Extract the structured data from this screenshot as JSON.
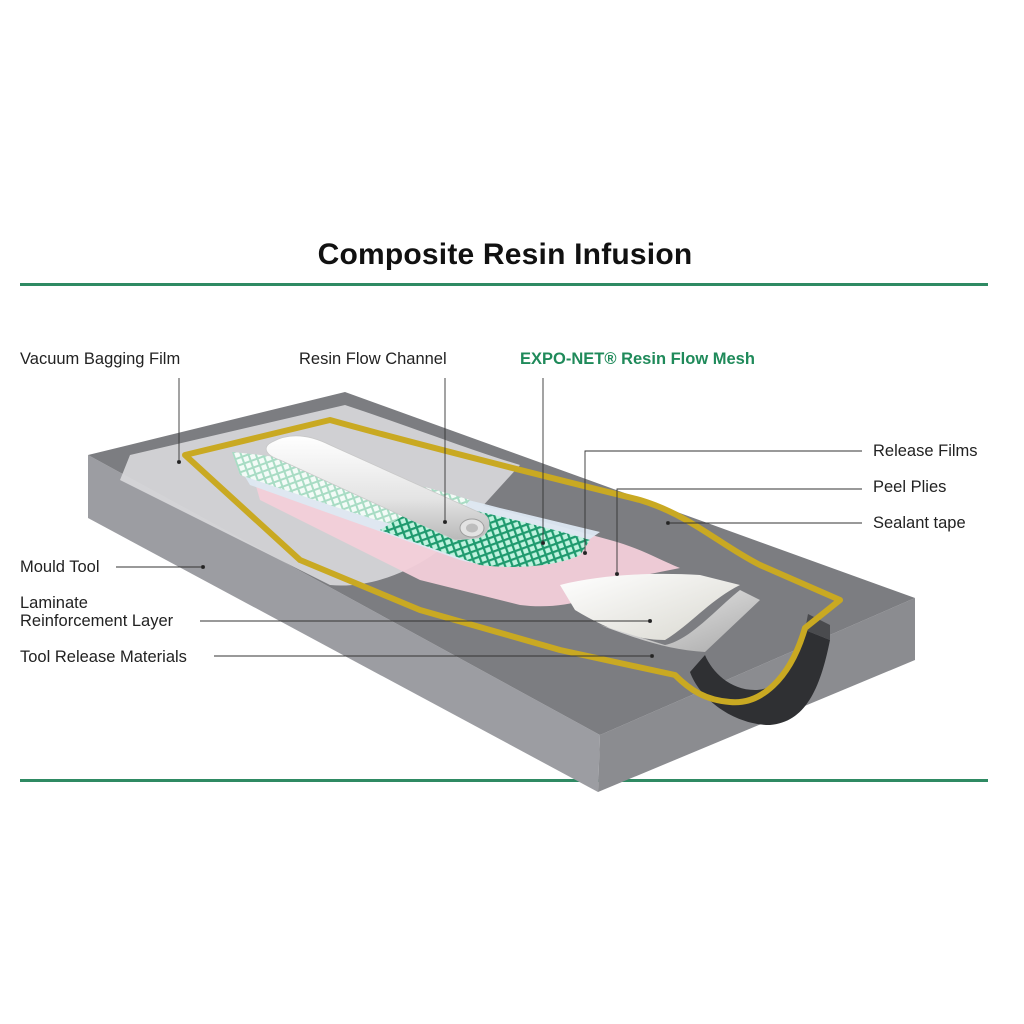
{
  "title": "Composite Resin Infusion",
  "colors": {
    "accent_rule": "#2f8a63",
    "highlight_label": "#1f8a5a",
    "mould_top": "#7b7c80",
    "mould_side_left": "#9a9ba0",
    "mould_side_front": "#8c8d91",
    "sealant": "#c8a922",
    "mesh": "#1f9a6e",
    "peel_ply": "#f4cfd9",
    "release_film": "#dfe9f3",
    "laminate": "#f2f1ea"
  },
  "labels": {
    "vacuum_bagging_film": "Vacuum Bagging Film",
    "resin_flow_channel": "Resin Flow Channel",
    "expo_net_mesh": "EXPO-NET® Resin Flow Mesh",
    "release_films": "Release Films",
    "peel_plies": "Peel Plies",
    "sealant_tape": "Sealant tape",
    "mould_tool": "Mould Tool",
    "laminate_line1": "Laminate",
    "laminate_line2": "Reinforcement Layer",
    "tool_release_materials": "Tool Release Materials"
  }
}
